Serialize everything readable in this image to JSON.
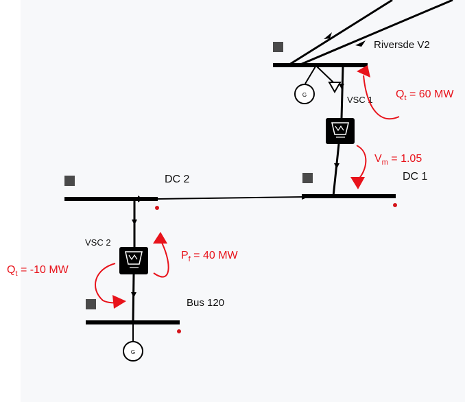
{
  "colors": {
    "background": "#f7f8fa",
    "line": "#000000",
    "annotation": "#e8131b",
    "handle": "#4a4a4a"
  },
  "buses": {
    "riverside": "Riversde  V2",
    "dc1": "DC 1",
    "dc2": "DC 2",
    "bus120": "Bus 120"
  },
  "converters": {
    "vsc1": "VSC 1",
    "vsc2": "VSC 2"
  },
  "generators": {
    "gen_riverside": "G",
    "gen_bus120": "G"
  },
  "annotations": {
    "qt_vsc1": {
      "main": "Q",
      "sub": "t",
      "rest": " = 60 MW"
    },
    "vm_vsc1": {
      "main": "V",
      "sub": "m",
      "rest": " = 1.05"
    },
    "pf_vsc2": {
      "main": "P",
      "sub": "f",
      "rest": " = 40 MW"
    },
    "qt_vsc2": {
      "main": "Q",
      "sub": "t",
      "rest": " = -10 MW"
    }
  },
  "icons": {
    "handle": "square-handle-icon",
    "status": "status-dot-icon",
    "flow": "flow-arrow-icon",
    "generator": "generator-icon",
    "load": "load-triangle-icon",
    "converter": "vsc-converter-icon"
  }
}
